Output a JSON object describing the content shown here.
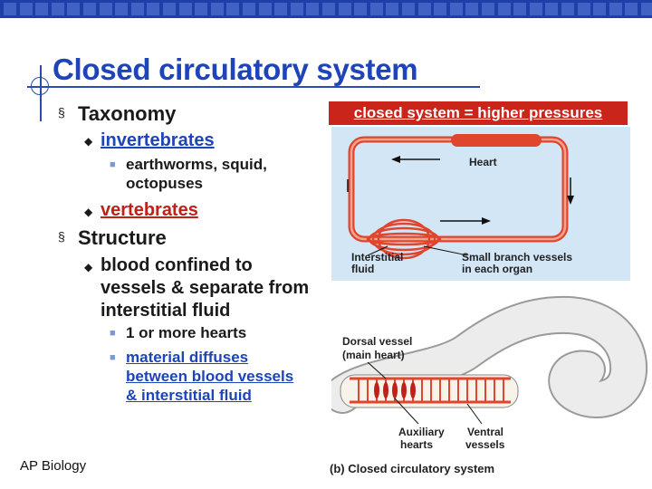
{
  "slide": {
    "title": "Closed circulatory system",
    "footer": "AP Biology",
    "callout": "closed system = higher pressures"
  },
  "bullets": {
    "taxonomy": "Taxonomy",
    "invertebrates": "invertebrates",
    "invert_ex_line1": "earthworms, squid,",
    "invert_ex_line2": "octopuses",
    "vertebrates": "vertebrates",
    "structure": "Structure",
    "blood_line1": "blood confined to",
    "blood_line2": "vessels & separate from",
    "blood_line3": "interstitial fluid",
    "hearts": "1 or more hearts",
    "diffuse_line1": "material diffuses",
    "diffuse_line2": "between blood vessels",
    "diffuse_line3": "& interstitial fluid"
  },
  "diagram": {
    "heart_label": "Heart",
    "interstitial_line1": "Interstitial",
    "interstitial_line2": "fluid",
    "branch_line1": "Small branch vessels",
    "branch_line2": "in each organ"
  },
  "worm": {
    "dorsal_line1": "Dorsal vessel",
    "dorsal_line2": "(main heart)",
    "aux_line1": "Auxiliary",
    "aux_line2": "hearts",
    "ventral_line1": "Ventral",
    "ventral_line2": "vessels",
    "caption": "(b) Closed circulatory system"
  },
  "colors": {
    "title_blue": "#1d44b8",
    "callout_red": "#c9251a",
    "vessel_red": "#e0452e",
    "diagram_bg": "#d3e6f6"
  }
}
